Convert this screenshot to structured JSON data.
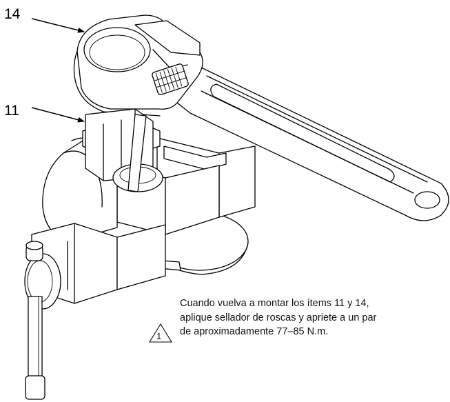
{
  "callouts": {
    "item_14": "14",
    "item_11": "11"
  },
  "note": {
    "warning_number": "1",
    "lines": [
      "Cuando vuelva a montar los ítems 11 y 14,",
      "aplique sellador de roscas y apriete a un par",
      "de aproximadamente 77–85 N.m."
    ]
  }
}
